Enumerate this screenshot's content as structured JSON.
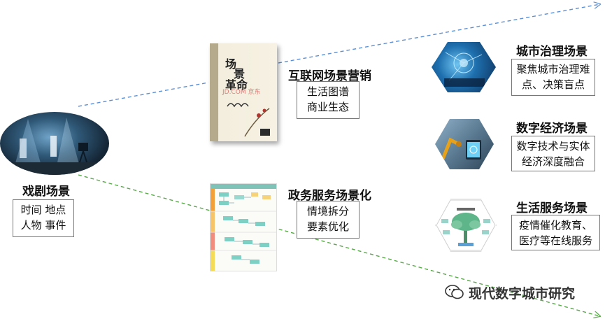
{
  "left": {
    "title": "戏剧场景",
    "box_lines": [
      "时间 地点",
      "人物 事件"
    ]
  },
  "middle_top": {
    "title": "互联网场景营销",
    "box_lines": [
      "生活图谱",
      "商业生态"
    ],
    "book": {
      "title_line1": "场",
      "title_line2": "景",
      "title_line3": "革命",
      "watermark": "JD.COM 京东"
    }
  },
  "middle_bottom": {
    "title": "政务服务场景化",
    "box_lines": [
      "情境拆分",
      "要素优化"
    ]
  },
  "right": [
    {
      "title": "城市治理场景",
      "box_lines": [
        "聚焦城市治理难",
        "点、决策盲点"
      ]
    },
    {
      "title": "数字经济场景",
      "box_lines": [
        "数字技术与实体",
        "经济深度融合"
      ]
    },
    {
      "title": "生活服务场景",
      "box_lines": [
        "疫情催化教育、",
        "医疗等在线服务"
      ]
    }
  ],
  "watermark": "现代数字城市研究",
  "colors": {
    "blue_arrow": "#5b8fd6",
    "green_arrow": "#59a84a"
  }
}
